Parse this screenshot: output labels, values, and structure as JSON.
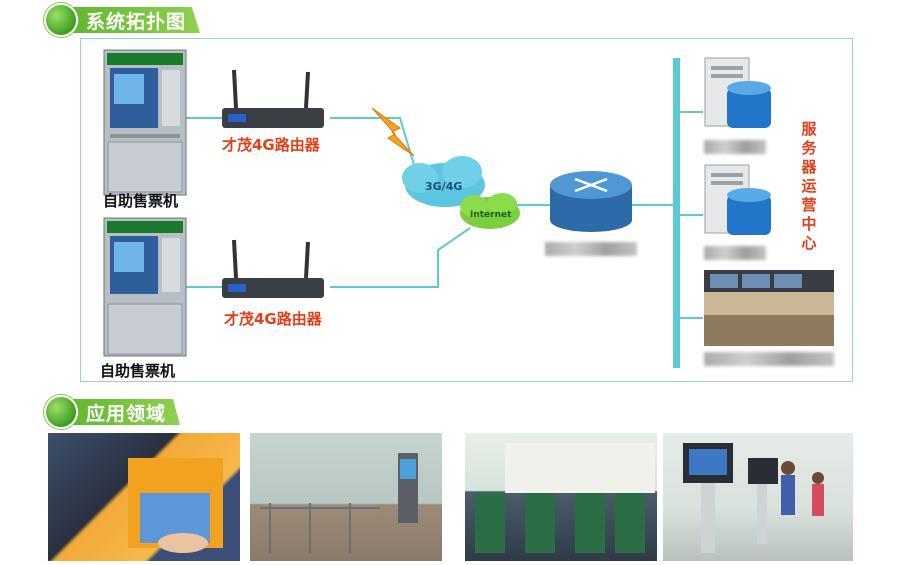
{
  "sections": {
    "topology_title": "系统拓扑图",
    "application_title": "应用领域"
  },
  "diagram": {
    "kiosk_labels": [
      "自助售票机",
      "自助售票机"
    ],
    "router_labels": [
      "才茂4G路由器",
      "才茂4G路由器"
    ],
    "cloud_labels": [
      "3G/4G",
      "Internet"
    ],
    "ops_center_label": "服务器运营中心"
  },
  "colors": {
    "accent_green": "#5fb52e",
    "label_red": "#e0401a",
    "link_cyan": "#5ec9d6",
    "frame_border": "#9fd0cf"
  }
}
